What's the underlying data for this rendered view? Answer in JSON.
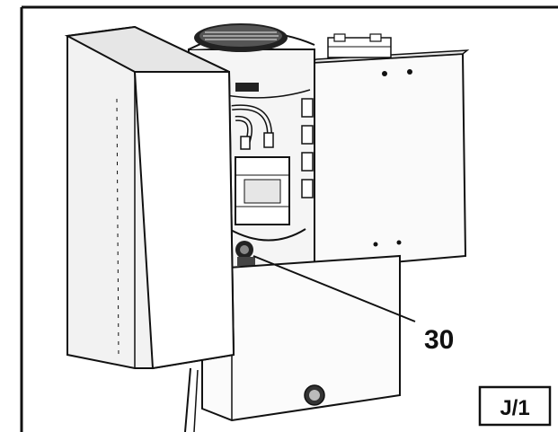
{
  "figure": {
    "callouts": [
      {
        "label": "30"
      }
    ],
    "figure_id": "J/1"
  },
  "colors": {
    "ink": "#111111",
    "paper": "#ffffff",
    "panel_fill": "#f2f2f2",
    "shade": "#d8d8d8"
  },
  "icons": {
    "motor_fan": "vented-motor-cap",
    "drain_plug": "round-drain-plug"
  }
}
